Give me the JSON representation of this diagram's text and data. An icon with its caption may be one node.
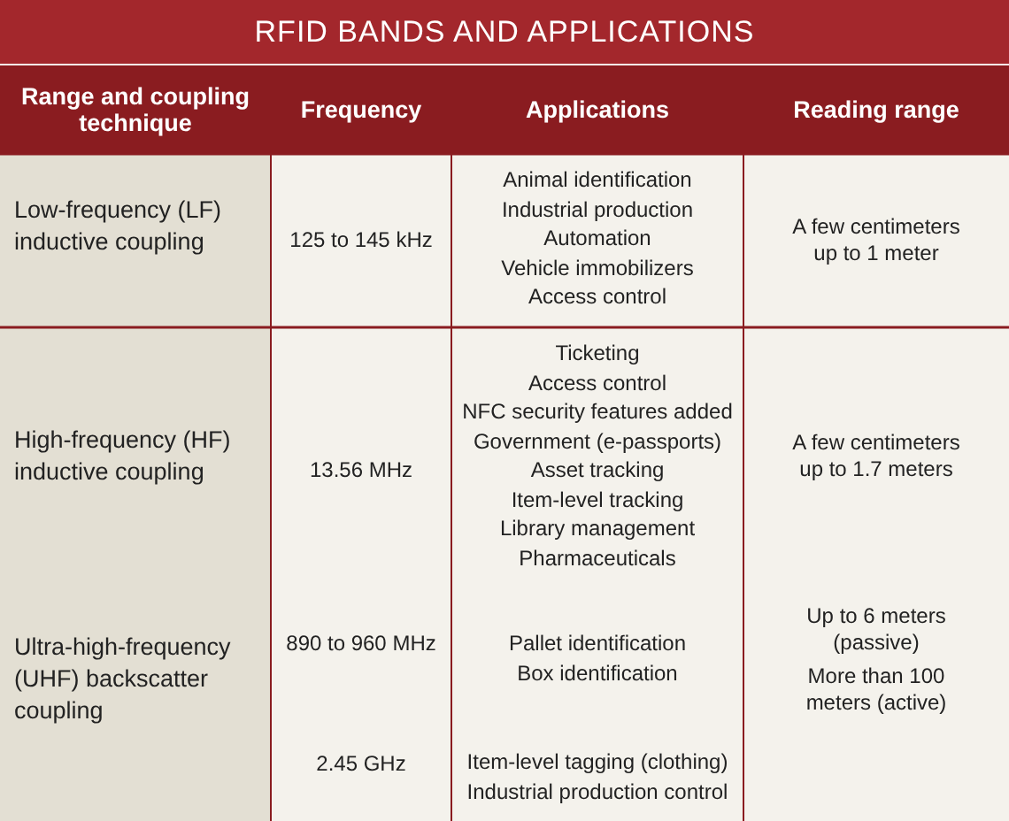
{
  "diagram": {
    "title": "RFID BANDS AND APPLICATIONS",
    "labels": [
      "Range and coupling technique",
      "Frequency",
      "Applications",
      "Reading range",
      "Low-frequency (LF) inductive coupling",
      "125 to 145 kHz",
      "Animal identification",
      "Industrial production",
      "Automation",
      "Vehicle immobilizers",
      "Access control",
      "A few centimeters up to 1 meter",
      "High-frequency (HF) inductive coupling",
      "13.56 MHz",
      "Ticketing",
      "Access control",
      "NFC security features added",
      "Government (e-passports)",
      "Asset tracking",
      "Item-level tracking",
      "Library management",
      "Pharmaceuticals",
      "A few centimeters up to 1.7 meters",
      "Ultra-high-frequency (UHF) backscatter coupling",
      "890 to 960 MHz",
      "Pallet identification",
      "Box identification",
      "Up to 6 meters (passive)",
      "More than 100 meters (active)",
      "2.45 GHz",
      "Item-level tagging (clothing)",
      "Industrial production control"
    ]
  }
}
